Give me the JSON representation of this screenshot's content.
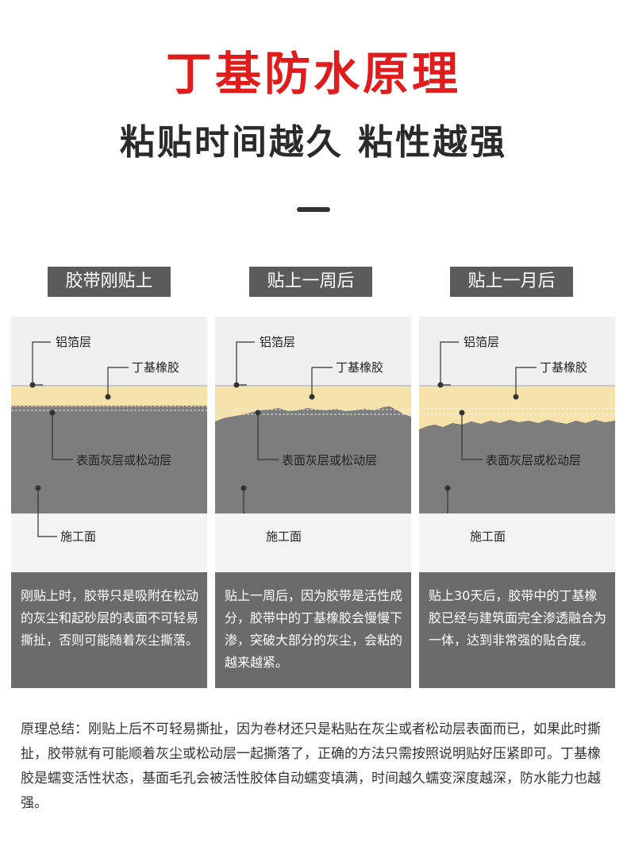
{
  "header": {
    "title": "丁基防水原理",
    "subtitle": "粘贴时间越久 粘性越强"
  },
  "colors": {
    "title_red": "#e01c1c",
    "rubber": "#f6e3ac",
    "surface": "#7d7d7d",
    "badge": "#5b5b5b",
    "desc_bg": "#6b6b6b"
  },
  "panels": [
    {
      "badge": "胶带刚贴上",
      "labels": {
        "foil": "铝箔层",
        "rubber": "丁基橡胶",
        "surface": "表面灰层或松动层",
        "base": "施工面"
      },
      "desc": "刚贴上时，胶带只是吸附在松动的灰尘和起砂层的表面不可轻易撕扯，否则可能随着灰尘撕落。"
    },
    {
      "badge": "贴上一周后",
      "labels": {
        "foil": "铝箔层",
        "rubber": "丁基橡胶",
        "surface": "表面灰层或松动层",
        "base": "施工面"
      },
      "desc": "贴上一周后，因为胶带是活性成分，胶带中的丁基橡胶会慢慢下渗，突破大部分的灰尘，会粘的越来越紧。"
    },
    {
      "badge": "贴上一月后",
      "labels": {
        "foil": "铝箔层",
        "rubber": "丁基橡胶",
        "surface": "表面灰层或松动层",
        "base": "施工面"
      },
      "desc": "贴上30天后，胶带中的丁基橡胶已经与建筑面完全渗透融合为一体，达到非常强的贴合度。"
    }
  ],
  "summary": "原理总结：刚贴上后不可轻易撕扯，因为卷材还只是粘贴在灰尘或者松动层表面而已，如果此时撕扯，胶带就有可能顺着灰尘或松动层一起撕落了，正确的方法只需按照说明贴好压紧即可。丁基橡胶是蠕变活性状态，基面毛孔会被活性胶体自动蠕变填满，时间越久蠕变深度越深，防水能力也越强。"
}
